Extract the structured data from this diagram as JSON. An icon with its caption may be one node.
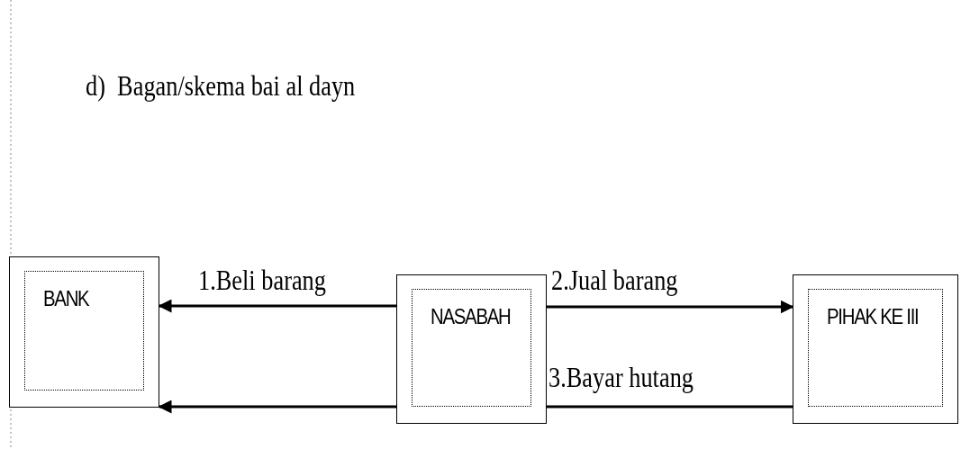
{
  "diagram": {
    "title": "d)  Bagan/skema bai al dayn",
    "nodes": [
      {
        "text": [
          "BANK"
        ]
      },
      {
        "text": [
          "NASABAH"
        ]
      },
      {
        "text": [
          "PIHAK KE III"
        ]
      }
    ],
    "edges": [
      {
        "from": 1,
        "to": 0,
        "arrow": "to",
        "label": "1.Beli barang"
      },
      {
        "from": 1,
        "to": 2,
        "arrow": "to",
        "label": "2.Jual barang"
      },
      {
        "from": 2,
        "to": 1,
        "arrow": "none",
        "label": "3.Bayar hutang"
      },
      {
        "from": 1,
        "to": 0,
        "arrow": "to"
      }
    ]
  }
}
